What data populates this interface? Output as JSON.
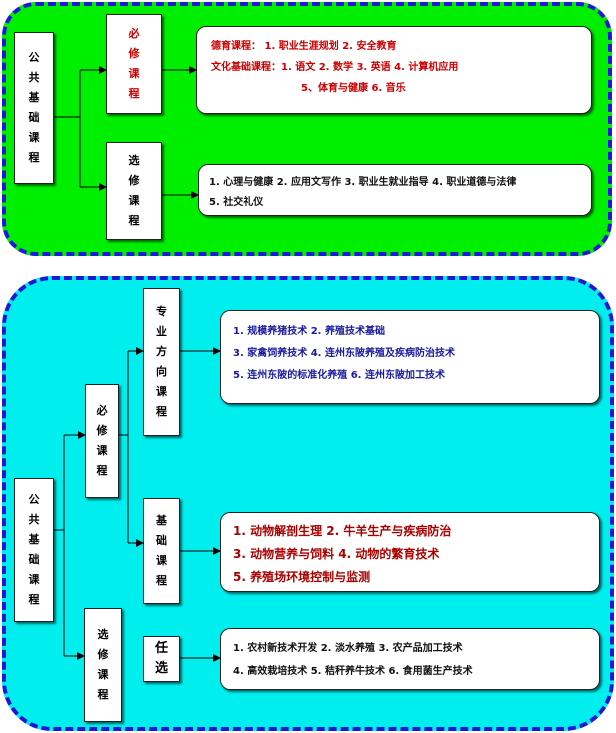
{
  "top": {
    "root": [
      "公",
      "共",
      "基",
      "础",
      "课",
      "程"
    ],
    "required": [
      "必",
      "修",
      "课",
      "程"
    ],
    "elective": [
      "选",
      "修",
      "课",
      "程"
    ],
    "required_lines": [
      "德育课程：     1. 职业生涯规划   2. 安全教育",
      "文化基础课程：1. 语文   2. 数学   3. 英语   4. 计算机应用",
      "5、体育与健康     6. 音乐"
    ],
    "elective_lines": [
      "1. 心理与健康   2. 应用文写作  3. 职业生就业指导 4.  职业道德与法律",
      "5. 社交礼仪"
    ]
  },
  "bottom": {
    "root": [
      "公",
      "共",
      "基",
      "础",
      "课",
      "程"
    ],
    "required": [
      "必",
      "修",
      "课",
      "程"
    ],
    "elective": [
      "选",
      "修",
      "课",
      "程"
    ],
    "specialty": [
      "专",
      "业",
      "方",
      "向",
      "课",
      "程"
    ],
    "foundation": [
      "基",
      "础",
      "课",
      "程"
    ],
    "optional": [
      "任",
      "选"
    ],
    "specialty_lines": [
      "1. 规模养猪技术          2. 养殖技术基础",
      "3. 家禽饲养技术       4. 连州东陂养殖及疾病防治技术",
      "5.  连州东陂的标准化养殖   6. 连州东陂加工技术"
    ],
    "foundation_lines": [
      "1. 动物解剖生理           2. 牛羊生产与疾病防治",
      "3.  动物营养与饲料     4. 动物的繁育技术",
      "5. 养殖场环境控制与监测"
    ],
    "optional_lines": [
      "1. 农村新技术开发    2. 淡水养殖     3. 农产品加工技术",
      "4. 高效栽培技术            5. 秸秆养牛技术       6. 食用菌生产技术"
    ]
  },
  "colors": {
    "top_bg": "#00ee00",
    "bottom_bg": "#00eeee",
    "border": "#1a1ad6",
    "red_text": "#cc0000",
    "blue_text": "#1a1aa0"
  }
}
